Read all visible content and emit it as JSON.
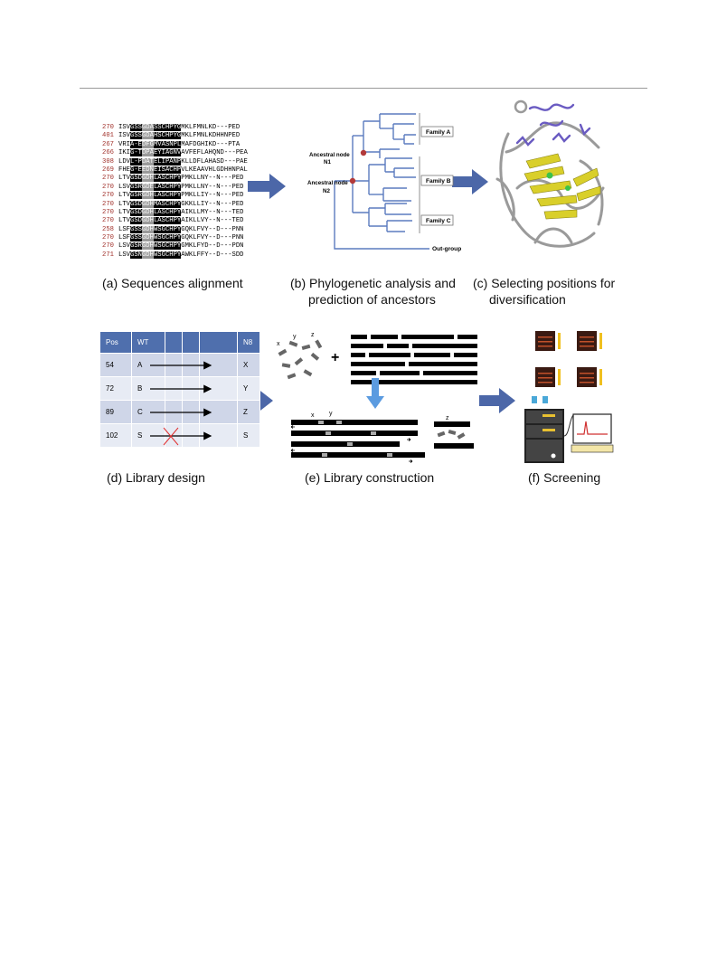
{
  "captions": {
    "a": "(a) Sequences  alignment",
    "b_line1": "(b) Phylogenetic analysis and",
    "b_line2": "prediction of ancestors",
    "c_line1": "(c) Selecting positions for",
    "c_line2": "diversification",
    "d": "(d) Library design",
    "e": "(e) Library construction",
    "f": "(f) Screening"
  },
  "alignment": {
    "rows": [
      {
        "num": "270",
        "seq": "ISVGSSGDASSCHPYGMKLFMNLKD---PED"
      },
      {
        "num": "401",
        "seq": "ISVGSSGDAHSCHPYGMKLFMNLKDHHNPED"
      },
      {
        "num": "267",
        "seq": "VRIA-EDFGMVASNPLMAFDGHIKD---PTA"
      },
      {
        "num": "266",
        "seq": "IKIG-TDPAEYIAGNVAVFEFLAHQND---PEA"
      },
      {
        "num": "308",
        "seq": "LDVL-PDATELIPANPKLLDFLAHASD---PAE"
      },
      {
        "num": "269",
        "seq": "FHEG-EEDNEISACHPVLKEAAVHLGDHHNPAL"
      },
      {
        "num": "270",
        "seq": "LTVGSDGDHLASCHPYPMKLLNY--N---PED"
      },
      {
        "num": "270",
        "seq": "LSVGSRGDELASCHPYPMKLLNY--N---PED"
      },
      {
        "num": "270",
        "seq": "LTVGSRGDHLASCHPYPMKLLIY--N---PED"
      },
      {
        "num": "270",
        "seq": "LTVGSDGDHMASCHPYGKKLLIY--N---PED"
      },
      {
        "num": "270",
        "seq": "LTVGSDGDHLASCHPYAIKLLMY--N---TED"
      },
      {
        "num": "270",
        "seq": "LTVGSDGDHLASCHPYAIKLLVY--N---TED"
      },
      {
        "num": "258",
        "seq": "LSFGSSGDHWSGCHPYGQKLFVY--D---PNN"
      },
      {
        "num": "270",
        "seq": "LSFGSSGDHWSGCHPYGQKLFVY--D---PNN"
      },
      {
        "num": "270",
        "seq": "LSVGSRGDHWSGCHPYGMKLFYD--D---PDN"
      },
      {
        "num": "271",
        "seq": "LSVGSNGDHWSGCHPYAWKLFFY--D---SDD"
      }
    ]
  },
  "tree": {
    "families": [
      "Family A",
      "Family B",
      "Family C"
    ],
    "outgroup": "Out-group",
    "nodes": [
      {
        "line1": "Ancestral node",
        "line2": "N1"
      },
      {
        "line1": "Ancestral node",
        "line2": "N2"
      }
    ],
    "colors": {
      "branch": "#5b7bbf",
      "node": "#b23a3a"
    }
  },
  "library_table": {
    "headers": [
      "Pos",
      "WT",
      "",
      "",
      "",
      "N8"
    ],
    "rows": [
      {
        "pos": "54",
        "wt": "A",
        "n8": "X",
        "blocked": false
      },
      {
        "pos": "72",
        "wt": "B",
        "n8": "Y",
        "blocked": false
      },
      {
        "pos": "89",
        "wt": "C",
        "n8": "Z",
        "blocked": false
      },
      {
        "pos": "102",
        "wt": "S",
        "n8": "S",
        "blocked": true
      }
    ],
    "colors": {
      "header": "#4f6fad",
      "row_dark": "#cfd6e8",
      "row_light": "#e7ebf4",
      "cross": "#e03030"
    }
  },
  "construction": {
    "fragment_letters": [
      "x",
      "y",
      "z"
    ],
    "plus": "+",
    "product_letters": [
      "x",
      "y",
      "z"
    ],
    "arrow_color": "#5b9be0"
  },
  "flow_arrow_color": "#4c67a8"
}
